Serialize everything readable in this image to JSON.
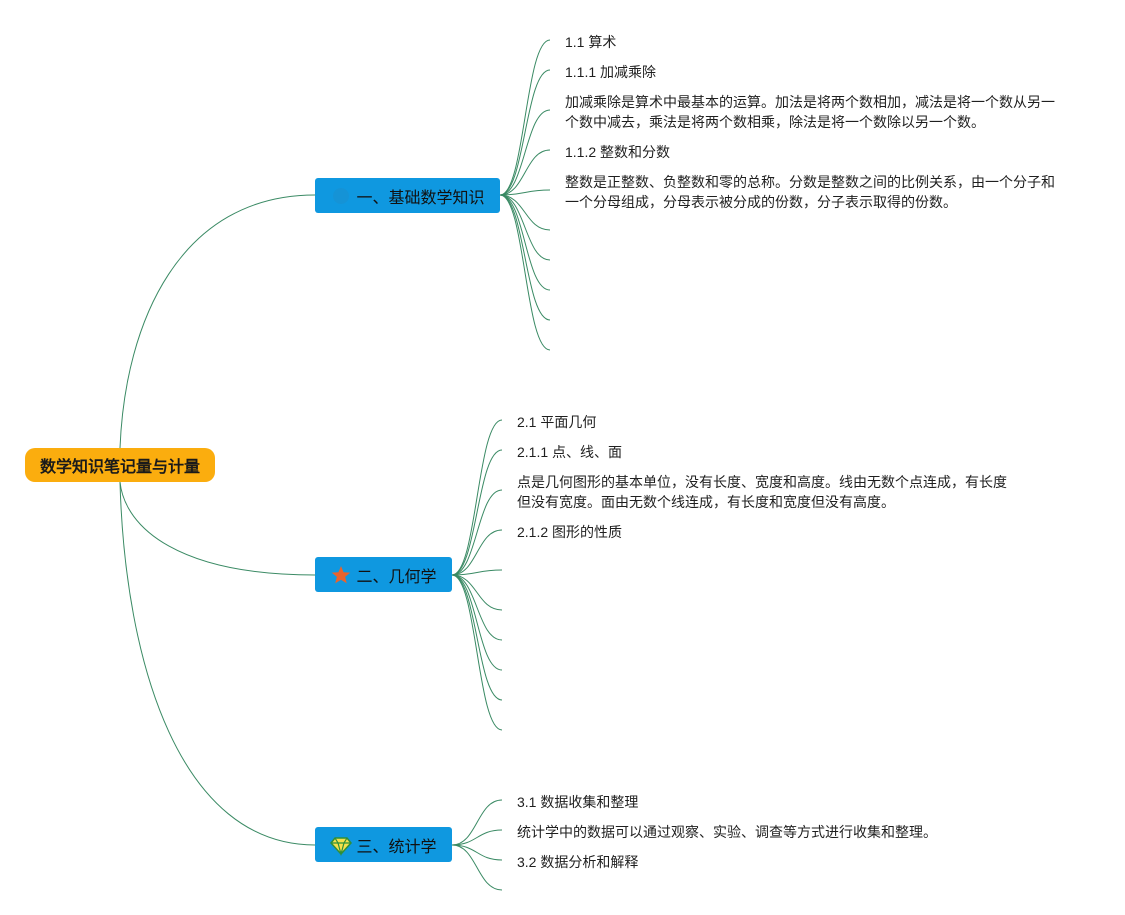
{
  "colors": {
    "root_bg": "#fbad0e",
    "branch_bg": "#0f98e0",
    "line": "#3a8a64"
  },
  "root": {
    "label": "数学知识笔记量与计量"
  },
  "branches": [
    {
      "label": "一、基础数学知识",
      "icon": "circle-icon",
      "items": [
        "1.1 算术",
        "1.1.1 加减乘除",
        "加减乘除是算术中最基本的运算。加法是将两个数相加，减法是将一个数从另一个数中减去，乘法是将两个数相乘，除法是将一个数除以另一个数。",
        "1.1.2 整数和分数",
        "整数是正整数、负整数和零的总称。分数是整数之间的比例关系，由一个分子和一个分母组成，分母表示被分成的份数，分子表示取得的份数。"
      ]
    },
    {
      "label": "二、几何学",
      "icon": "star-icon",
      "items": [
        "2.1 平面几何",
        "2.1.1 点、线、面",
        "点是几何图形的基本单位，没有长度、宽度和高度。线由无数个点连成，有长度但没有宽度。面由无数个线连成，有长度和宽度但没有高度。",
        "2.1.2 图形的性质"
      ]
    },
    {
      "label": "三、统计学",
      "icon": "diamond-icon",
      "items": [
        "3.1 数据收集和整理",
        "统计学中的数据可以通过观察、实验、调查等方式进行收集和整理。",
        "3.2 数据分析和解释"
      ]
    }
  ]
}
